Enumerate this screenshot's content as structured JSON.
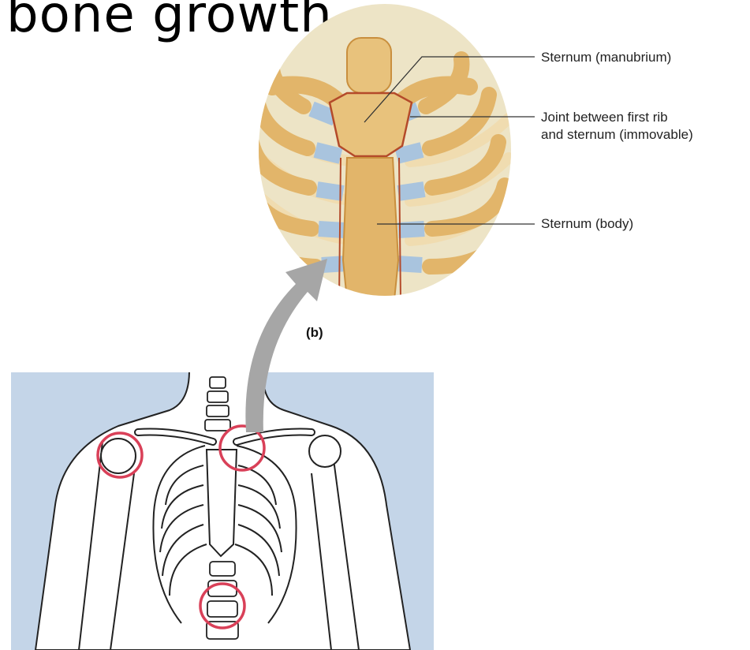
{
  "slide": {
    "title": "bone growth"
  },
  "figure": {
    "panel_label": "(b)",
    "labels": {
      "manubrium": "Sternum (manubrium)",
      "first_rib_joint_line1": "Joint between first rib",
      "first_rib_joint_line2": "and sternum (immovable)",
      "body": "Sternum (body)"
    }
  },
  "colors": {
    "inset_bg": "#ede4c6",
    "bone": "#e2b56a",
    "bone_shadow": "#c98f3e",
    "cartilage": "#a9c4de",
    "torso_bg": "#c4d5e8",
    "highlight_circle": "#d94058",
    "arrow": "#a6a6a6"
  }
}
